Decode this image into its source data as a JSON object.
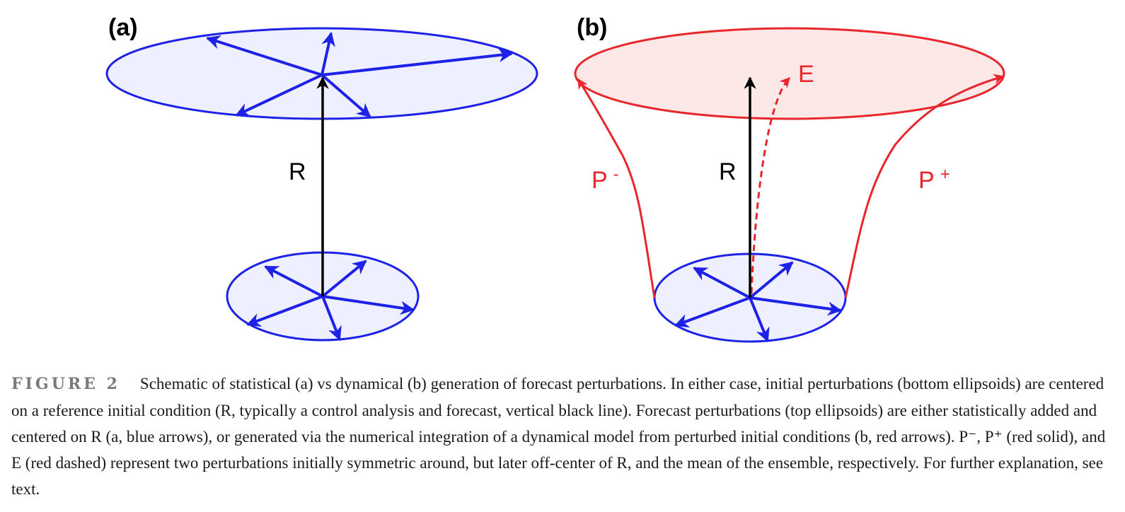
{
  "panels": {
    "a": {
      "label": "(a)",
      "reference_label": "R"
    },
    "b": {
      "label": "(b)",
      "reference_label": "R",
      "ensemble_mean_label": "E",
      "minus_label": "P",
      "minus_sup": "-",
      "plus_label": "P",
      "plus_sup": "+"
    }
  },
  "colors": {
    "blue": "#1e22e6",
    "blue_fill": "#eef0ff",
    "red": "#e8262b",
    "red_fill": "#fde8e8",
    "black": "#000000"
  },
  "caption": {
    "tag": "FIGURE 2",
    "text": "Schematic of statistical (a) vs dynamical (b) generation of forecast perturbations. In either case, initial perturbations (bottom ellipsoids) are centered on a reference initial condition (R, typically a control analysis and forecast, vertical black line). Forecast perturbations (top ellipsoids) are either statistically added and centered on R (a, blue arrows), or generated via the numerical integration of a dynamical model from perturbed initial conditions (b, red arrows). P⁻, P⁺ (red solid), and E (red dashed) represent two perturbations initially symmetric around, but later off-center of R, and the mean of the ensemble, respectively. For further explanation, see text."
  }
}
